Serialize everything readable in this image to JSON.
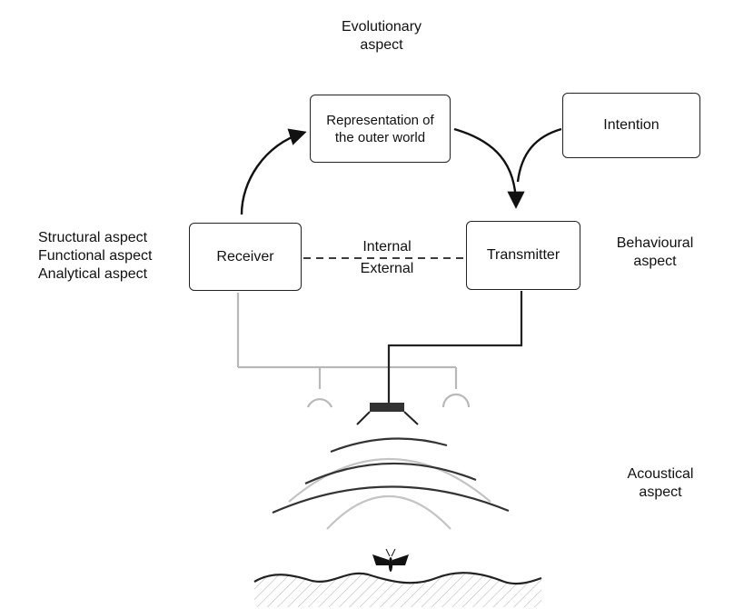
{
  "labels": {
    "evolutionary_line1": "Evolutionary",
    "evolutionary_line2": "aspect",
    "structural": "Structural aspect",
    "functional": "Functional aspect",
    "analytical": "Analytical aspect",
    "behavioural_line1": "Behavioural",
    "behavioural_line2": "aspect",
    "acoustical_line1": "Acoustical",
    "acoustical_line2": "aspect",
    "internal": "Internal",
    "external": "External"
  },
  "boxes": {
    "representation_line1": "Representation of",
    "representation_line2": "the outer world",
    "intention": "Intention",
    "receiver": "Receiver",
    "transmitter": "Transmitter"
  },
  "colors": {
    "line": "#222222",
    "grey_line": "#b8b8b8",
    "grey_wave": "#c4c4c4",
    "dark_wave": "#333333",
    "hatch": "#bbbbbb"
  },
  "icons": [
    "receiver-ear-icon",
    "transmitter-speaker-icon",
    "moth-icon"
  ]
}
